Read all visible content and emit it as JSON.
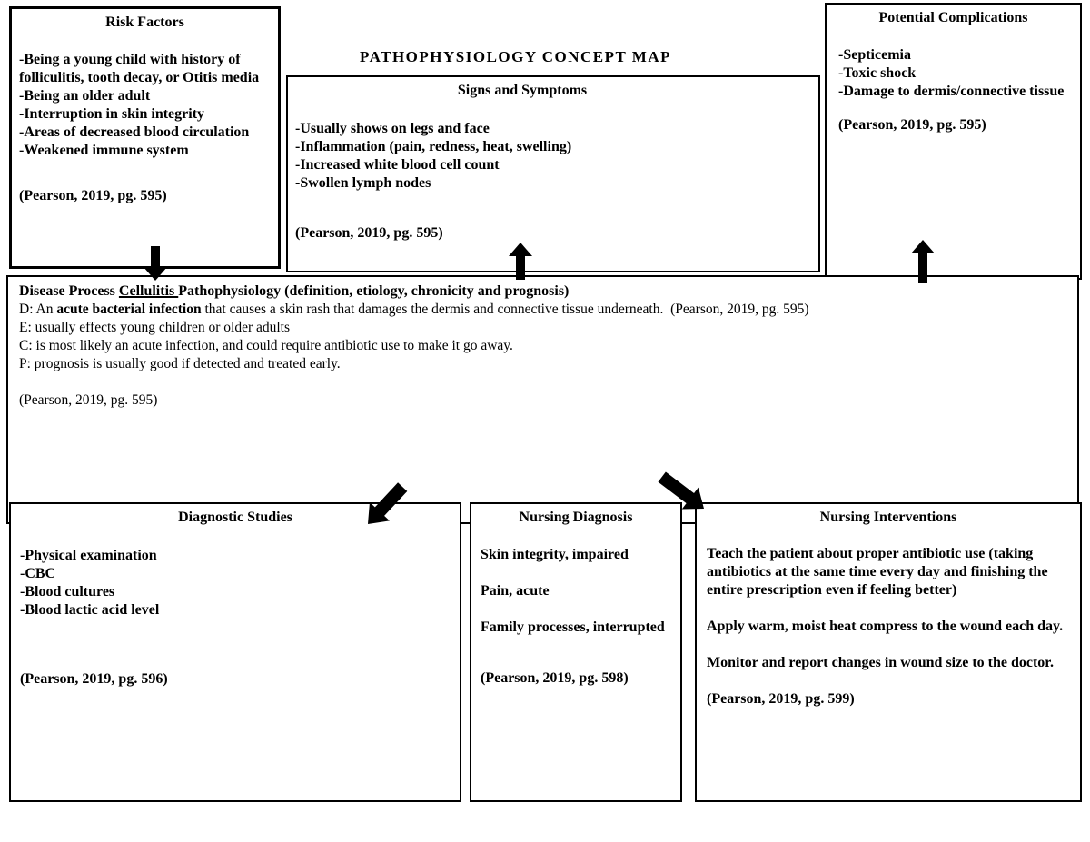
{
  "page_title": "PATHOPHYSIOLOGY CONCEPT MAP",
  "risk_factors": {
    "title": "Risk Factors",
    "items": [
      "-Being a young child with history of folliculitis, tooth decay, or Otitis media",
      "-Being an older adult",
      "-Interruption in skin integrity",
      "-Areas of decreased blood circulation",
      "-Weakened immune system"
    ],
    "citation": "(Pearson, 2019, pg. 595)"
  },
  "signs_symptoms": {
    "title": "Signs and Symptoms",
    "items": [
      "-Usually shows on legs and face",
      "-Inflammation (pain, redness, heat, swelling)",
      "-Increased white blood cell count",
      "-Swollen lymph nodes"
    ],
    "citation": "(Pearson, 2019, pg. 595)"
  },
  "potential_complications": {
    "title": "Potential Complications",
    "items": [
      "-Septicemia",
      "-Toxic shock",
      "-Damage to dermis/connective tissue"
    ],
    "citation": "(Pearson, 2019, pg. 595)"
  },
  "disease_process": {
    "heading_pre": "Disease Process ",
    "heading_underline": "Cellulitis ",
    "heading_post": "Pathophysiology (definition, etiology, chronicity and prognosis)",
    "definition_pre": "D: An ",
    "definition_bold": "acute bacterial infection",
    "definition_post": " that causes a skin rash that damages the dermis and connective tissue underneath.  (Pearson, 2019, pg. 595)",
    "etiology": "E: usually effects young children or older adults",
    "chronicity": "C: is most likely an acute infection, and could require antibiotic use to make it go away.",
    "prognosis": "P: prognosis is usually good if detected and treated early.",
    "citation": "(Pearson, 2019, pg. 595)"
  },
  "diagnostic_studies": {
    "title": "Diagnostic Studies",
    "items": [
      "-Physical examination",
      "-CBC",
      "-Blood cultures",
      "-Blood lactic acid level"
    ],
    "citation": "(Pearson, 2019, pg. 596)"
  },
  "nursing_diagnosis": {
    "title": "Nursing Diagnosis",
    "items": [
      "Skin integrity, impaired",
      "Pain, acute",
      "Family processes, interrupted"
    ],
    "citation": "(Pearson, 2019, pg. 598)"
  },
  "nursing_interventions": {
    "title": "Nursing Interventions",
    "items": [
      "Teach the patient about proper antibiotic use (taking antibiotics at the same time every day and finishing the entire prescription even if feeling better)",
      "Apply warm, moist heat compress to the wound each day.",
      "Monitor and report changes in wound size to the doctor."
    ],
    "citation": "(Pearson, 2019, pg. 599)"
  },
  "icons": {
    "risk_to_disease": "down-arrow",
    "disease_to_signs": "up-arrow",
    "disease_to_complications": "up-arrow",
    "disease_to_diagnostics": "down-left-arrow",
    "disease_to_interventions": "down-right-arrow"
  },
  "colors": {
    "ink": "#000000",
    "background": "#ffffff"
  }
}
